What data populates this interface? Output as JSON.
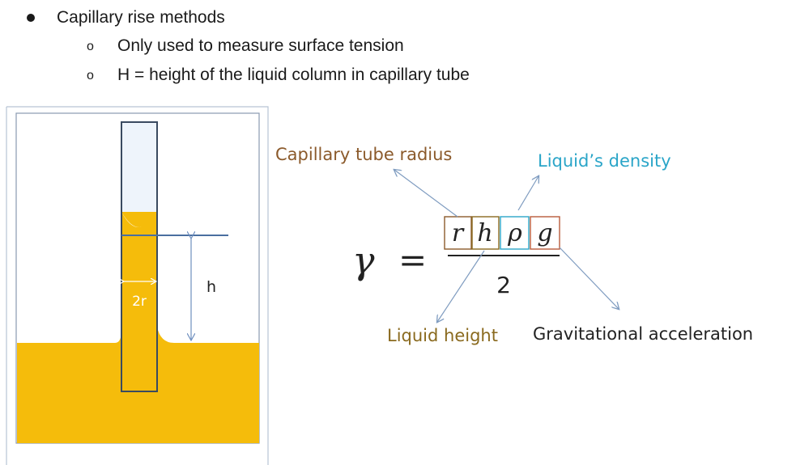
{
  "bullets": {
    "main": "Capillary rise methods",
    "sub": [
      "Only used to measure surface tension",
      "H = height of the liquid column in capillary tube"
    ],
    "sub_marker": "o"
  },
  "diagram": {
    "radius_label": "2r",
    "height_label": "h",
    "liquid_color": "#F5BC0B",
    "tube_color": "#3a4a60",
    "meniscus_line_color": "#4a6fa0"
  },
  "equation": {
    "lhs": "γ",
    "equals": "=",
    "terms": [
      "r",
      "h",
      "ρ",
      "g"
    ],
    "denominator": "2",
    "labels": {
      "radius": "Capillary tube radius",
      "density": "Liquid’s density",
      "height": "Liquid height",
      "gravity": "Gravitational acceleration"
    },
    "colors": {
      "radius": "#8B5A2B",
      "density": "#2AA5C8",
      "height": "#8A6A1F",
      "gravity": "#222222",
      "arrow": "#7F9CC0"
    }
  }
}
